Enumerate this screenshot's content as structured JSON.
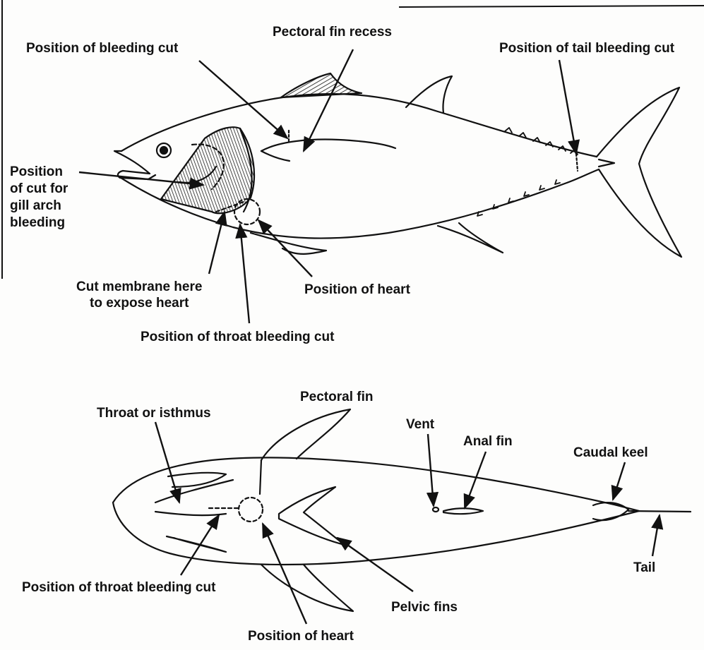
{
  "colors": {
    "ink": "#111111",
    "background": "#fdfdfc"
  },
  "side_view": {
    "labels": {
      "bleeding_cut": "Position of bleeding cut",
      "pectoral_recess": "Pectoral fin recess",
      "tail_cut": "Position of tail bleeding cut",
      "gill_arch_cut": "Position\nof cut for\ngill arch\nbleeding",
      "cut_membrane": "Cut membrane here\nto expose heart",
      "heart": "Position of heart",
      "throat_cut": "Position of throat bleeding cut"
    }
  },
  "ventral_view": {
    "labels": {
      "throat": "Throat or isthmus",
      "pectoral_fin": "Pectoral fin",
      "vent": "Vent",
      "anal_fin": "Anal fin",
      "caudal_keel": "Caudal keel",
      "throat_cut": "Position of throat bleeding cut",
      "pelvic_fins": "Pelvic fins",
      "tail": "Tail",
      "heart": "Position of heart"
    }
  }
}
